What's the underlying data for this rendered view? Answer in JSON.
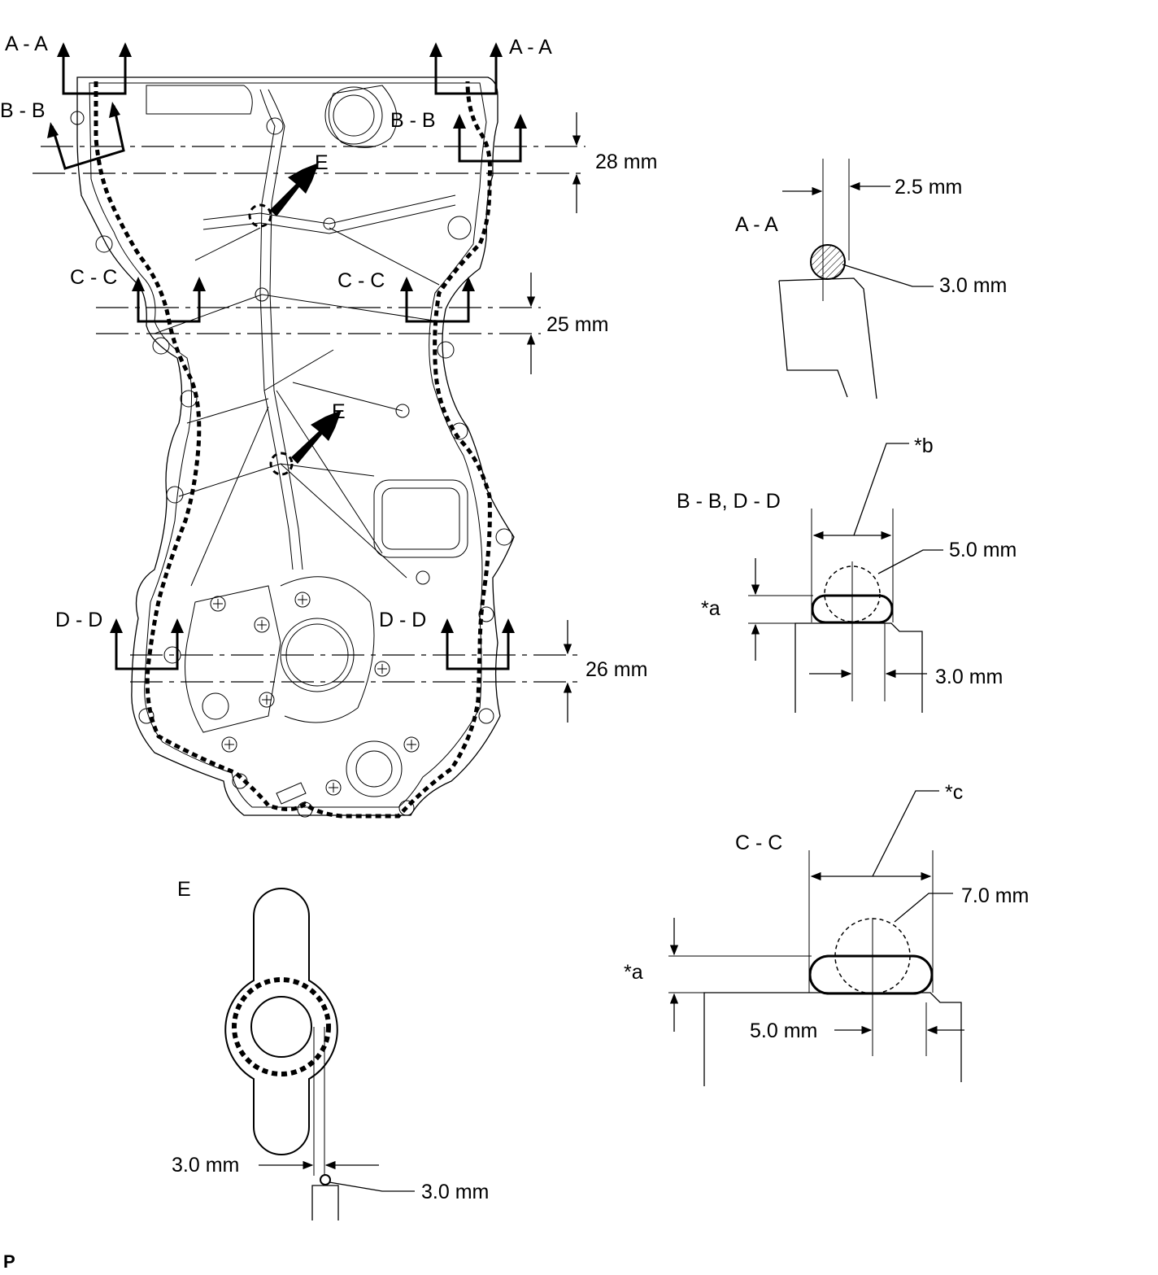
{
  "labels": {
    "aa_left": "A - A",
    "aa_right": "A - A",
    "bb_left": "B - B",
    "bb_right": "B - B",
    "cc_left": "C - C",
    "cc_right": "C - C",
    "dd_left": "D - D",
    "dd_right": "D - D",
    "e_top": "E",
    "e_mid": "E",
    "dim_28": "28 mm",
    "dim_25": "25 mm",
    "dim_26": "26 mm"
  },
  "detail_aa": {
    "title": "A - A",
    "width": "2.5 mm",
    "bead": "3.0 mm"
  },
  "detail_bb_dd": {
    "title": "B - B, D - D",
    "ref_b": "*b",
    "ref_a": "*a",
    "bead": "5.0 mm",
    "offset": "3.0 mm"
  },
  "detail_cc": {
    "title": "C - C",
    "ref_c": "*c",
    "ref_a": "*a",
    "bead": "7.0 mm",
    "offset": "5.0 mm"
  },
  "detail_e": {
    "title": "E",
    "gap": "3.0 mm",
    "bead": "3.0 mm"
  },
  "footer": {
    "code": "P"
  }
}
